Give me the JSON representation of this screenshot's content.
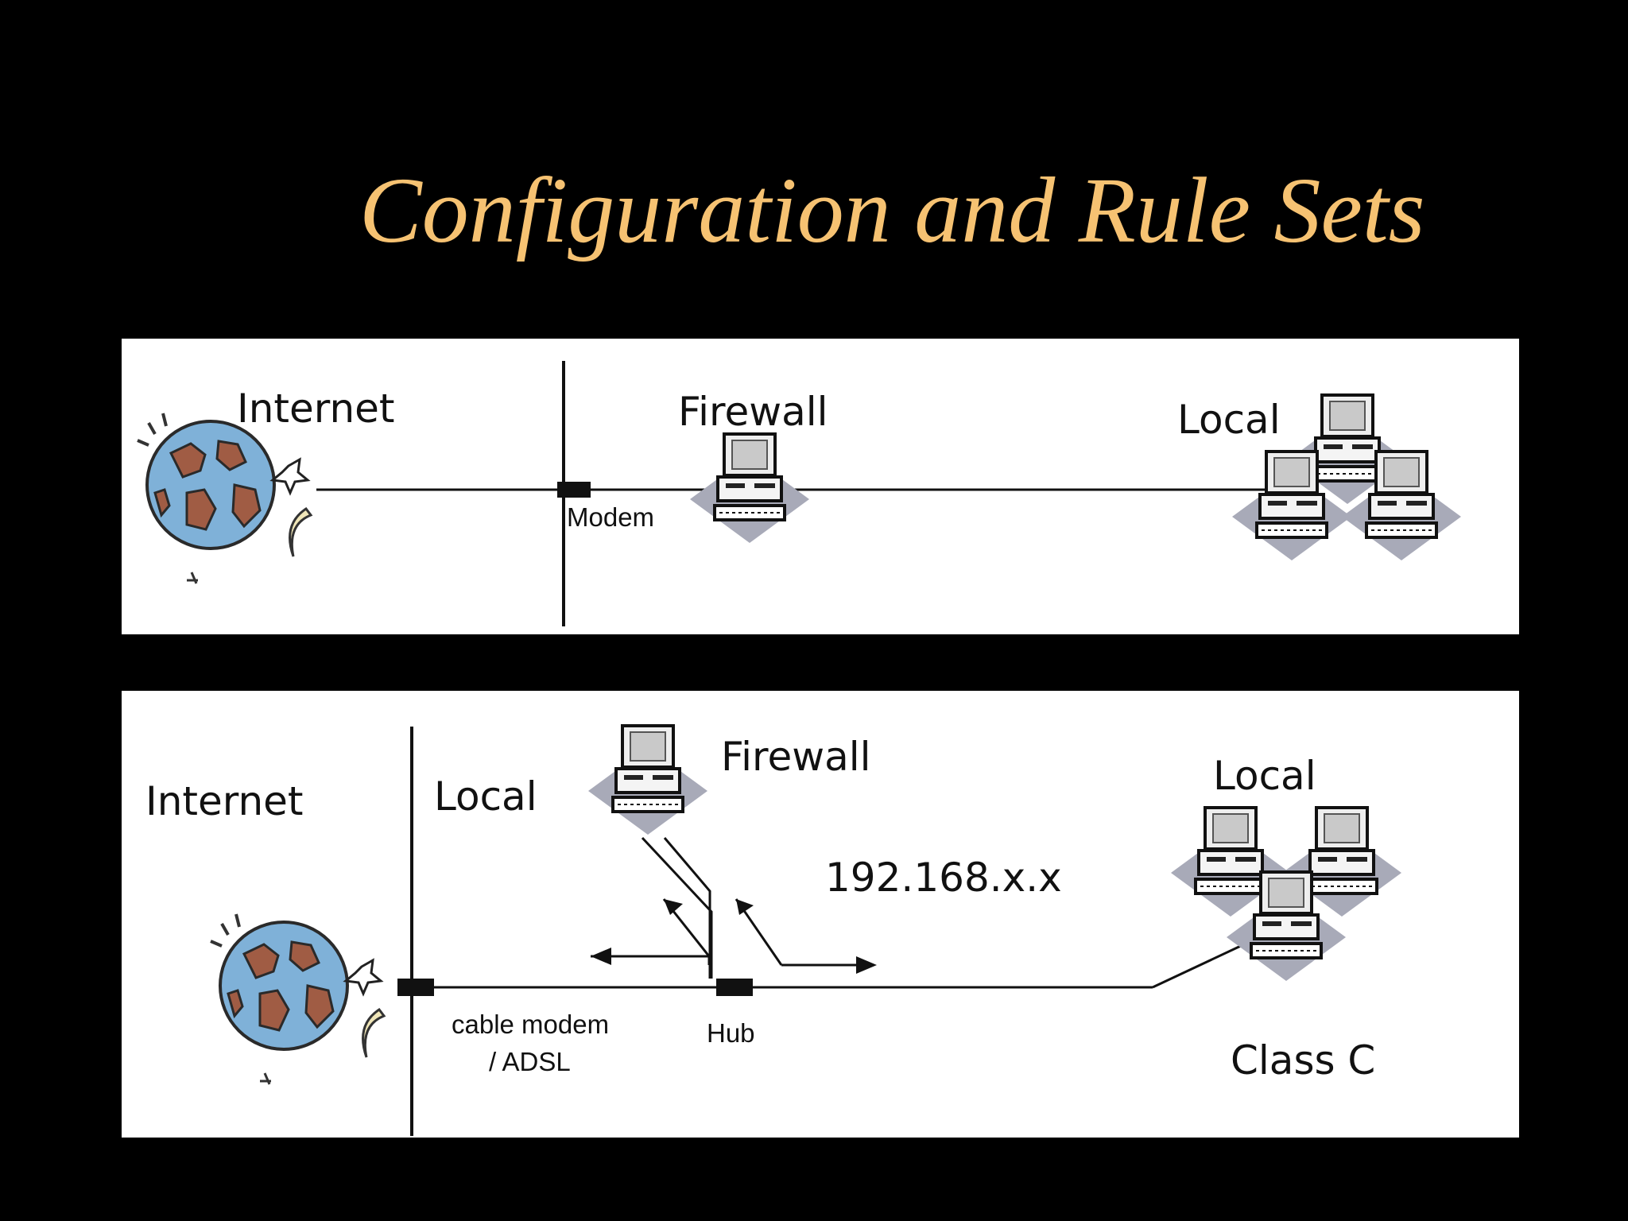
{
  "slide": {
    "title": "Configuration and Rule Sets"
  },
  "diagram1": {
    "internet_label": "Internet",
    "modem_label": "Modem",
    "firewall_label": "Firewall",
    "local_label": "Local"
  },
  "diagram2": {
    "internet_label": "Internet",
    "local_zone_label": "Local",
    "firewall_label": "Firewall",
    "ip_label": "192.168.x.x",
    "modem_label_line1": "cable modem",
    "modem_label_line2": "/ ADSL",
    "hub_label": "Hub",
    "local_label": "Local",
    "class_label": "Class C"
  }
}
